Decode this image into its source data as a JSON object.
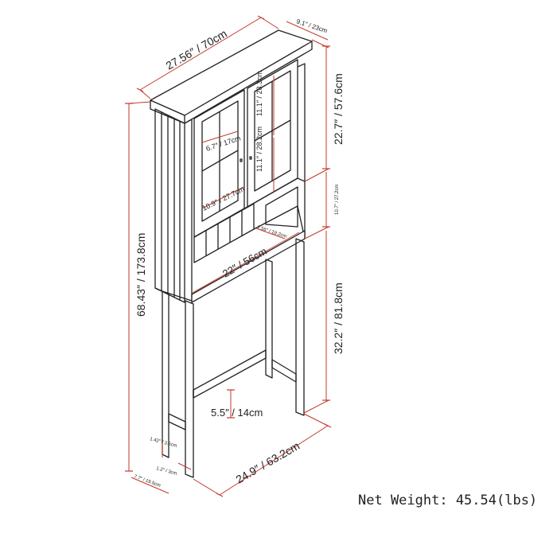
{
  "dimensions": {
    "top_width": "27.56″ / 70cm",
    "top_depth": "9.1″ / 23cm",
    "cabinet_height": "22.7″ / 57.6cm",
    "overall_height": "68.43″ / 173.8cm",
    "glass_height_upper": "11.1″ / 28.3cm",
    "glass_height_lower": "11.1″ / 28.2cm",
    "glass_width": "6.7″ / 17cm",
    "door_width": "10.9″ / 27.7cm",
    "open_shelf_height": "10.7″ / 27.2cm",
    "shelf_depth": "7.56″ / 19.2cm",
    "inner_width": "22″ / 56cm",
    "leg_height": "32.2″ / 81.8cm",
    "stretcher_height": "5.5″ / 14cm",
    "base_width": "24.9″ / 63.2cm",
    "leg_thickness": "1.42″ / 3.6cm",
    "foot_width": "1.2″ / 3cm",
    "foot_depth": "7.7″ / 19.5cm"
  },
  "net_weight": "Net Weight: 45.54(lbs)",
  "colors": {
    "lines": "#222222",
    "dimension_lines": "#c0392b",
    "background": "#ffffff"
  }
}
